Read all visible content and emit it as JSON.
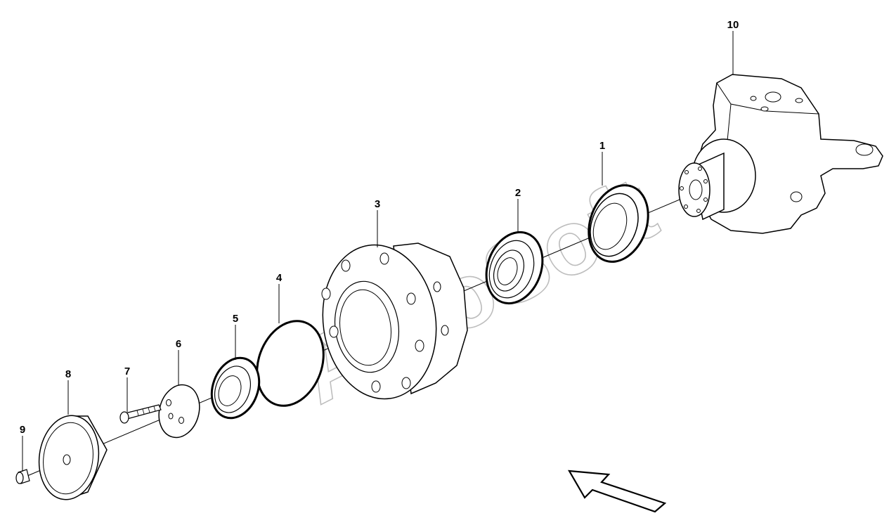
{
  "watermark": "AutoSoft",
  "callouts": {
    "part_1": "1",
    "part_2": "2",
    "part_3": "3",
    "part_4": "4",
    "part_5": "5",
    "part_6": "6",
    "part_7": "7",
    "part_8": "8",
    "part_9": "9",
    "part_10": "10"
  },
  "colors": {
    "line": "#000000",
    "background": "#ffffff",
    "watermark": "#bdbdbd"
  },
  "icons": {
    "direction_arrow": "assembly-direction-arrow-icon"
  }
}
